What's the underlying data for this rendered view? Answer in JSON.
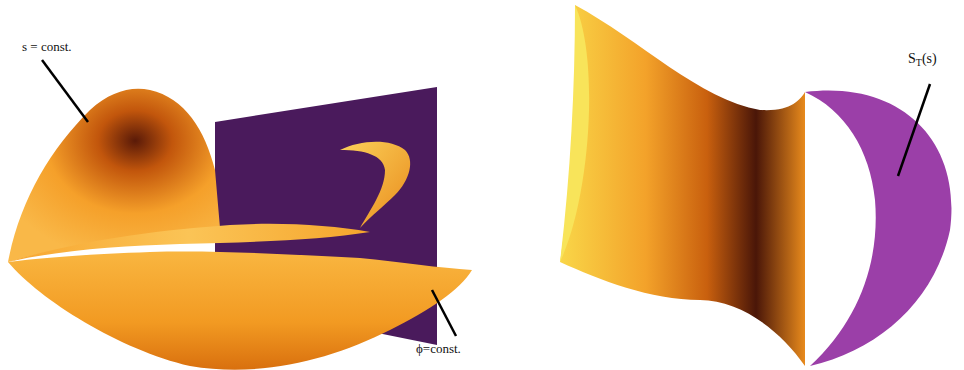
{
  "diagram": {
    "labels": [
      "s = const.",
      "ϕ=const.",
      "S",
      "T",
      "(s)"
    ]
  }
}
